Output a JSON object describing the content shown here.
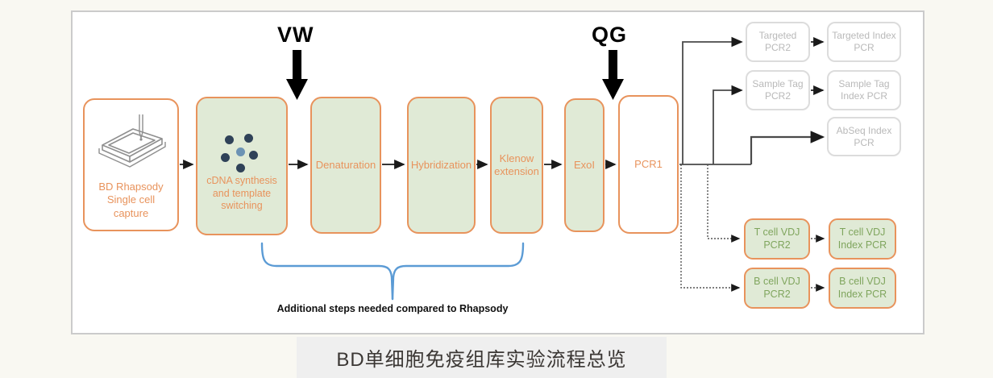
{
  "caption": "BD单细胞免疫组库实验流程总览",
  "annotations": {
    "vw_label": "VW",
    "qg_label": "QG",
    "brace_note": "Additional steps needed compared to Rhapsody"
  },
  "flow": {
    "capture": "BD Rhapsody Single cell capture",
    "cdna": "cDNA synthesis and template switching",
    "denaturation": "Denaturation",
    "hybridization": "Hybridization",
    "klenow": "Klenow extension",
    "exoi": "ExoI",
    "pcr1": "PCR1"
  },
  "branches": {
    "targeted_pcr2": "Targeted PCR2",
    "targeted_index": "Targeted Index PCR",
    "sample_pcr2": "Sample Tag PCR2",
    "sample_index": "Sample Tag Index PCR",
    "abseq_index": "AbSeq Index PCR",
    "tcell_pcr2": "T cell VDJ PCR2",
    "tcell_index": "T cell VDJ Index PCR",
    "bcell_pcr2": "B cell VDJ PCR2",
    "bcell_index": "B cell VDJ Index PCR"
  },
  "colors": {
    "accent_orange": "#e8935c",
    "green_fill": "#e0ead6",
    "green_text": "#7fa55d",
    "gray_text": "#b9b9b9",
    "brace_blue": "#5b9bd5",
    "dot_dark": "#2f4258",
    "dot_light": "#6c93b4"
  }
}
